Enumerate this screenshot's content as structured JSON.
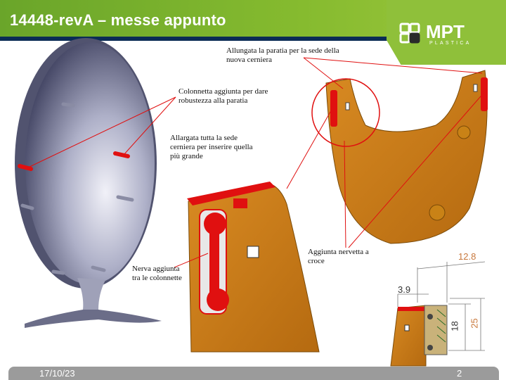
{
  "header": {
    "title": "14448-revA – messe appunto",
    "logo_text": "MPT",
    "logo_sub": "PLASTICA"
  },
  "annotations": {
    "paratia": "Allungata la paratia per la sede della nuova cerniera",
    "colonnetta": "Colonnetta aggiunta per dare robustezza alla paratia",
    "sede": "Allargata tutta la sede cerniera per inserire quella più grande",
    "nerva": "Nerva aggiunta tra le colonnette",
    "nervetta": "Aggiunta nervetta a croce"
  },
  "dimensions": {
    "d1": "12.8",
    "d2": "3.9",
    "d3": "18",
    "d4": "25"
  },
  "footer": {
    "date": "17/10/23",
    "page": "2"
  },
  "colors": {
    "header_green": "#86bb2f",
    "header_blue": "#0b2c55",
    "part_orange": "#c77a14",
    "accent_red": "#e01010"
  }
}
